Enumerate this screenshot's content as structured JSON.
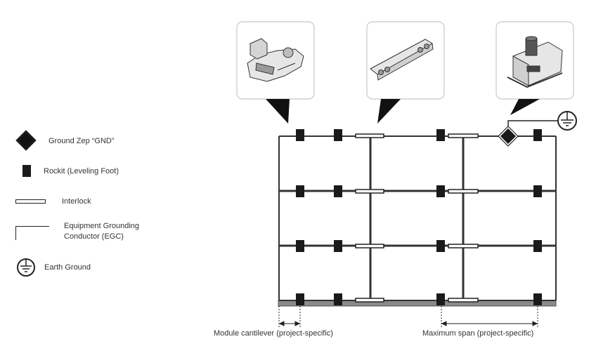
{
  "legend": {
    "ground_zep": "Ground Zep “GND”",
    "rockit": "Rockit (Leveling Foot)",
    "interlock": "Interlock",
    "egc_line1": "Equipment Grounding",
    "egc_line2": "Conductor (EGC)",
    "earth_ground": "Earth Ground"
  },
  "dimensions": {
    "cantilever": "Module cantilever (project-specific)",
    "max_span": "Maximum span (project-specific)"
  },
  "callouts": [
    {
      "icon": "rockit-leveling-foot-photo"
    },
    {
      "icon": "interlock-photo"
    },
    {
      "icon": "ground-zep-photo"
    }
  ],
  "colors": {
    "frame": "#333333",
    "rail": "#8a8a8a",
    "callout_border": "#c8c8c8"
  }
}
